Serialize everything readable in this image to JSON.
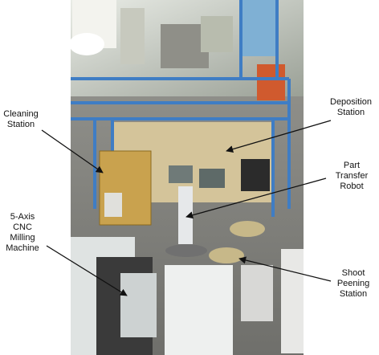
{
  "labels": {
    "cleaning_station": "Cleaning\nStation",
    "deposition_station": "Deposition\nStation",
    "part_transfer_robot": "Part\nTransfer\nRobot",
    "cnc_milling_machine": "5-Axis\nCNC\nMilling\nMachine",
    "shoot_peening_station": "Shoot\nPeening\nStation"
  },
  "colors": {
    "frame_blue": "#3f7dc4",
    "wall_tan": "#d4c49a",
    "floor_gray": "#8a8a86",
    "machine_white": "#dfe3e2"
  }
}
